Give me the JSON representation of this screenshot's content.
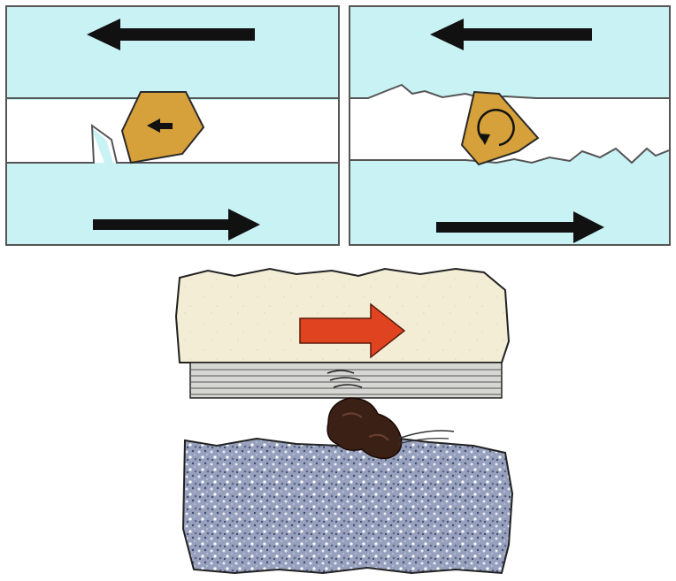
{
  "figure": {
    "panels": [
      {
        "id": "sliding-particle",
        "upper_surface_motion": "left",
        "lower_surface_motion": "right",
        "particle_motion": "sliding",
        "particle_arrow": "left"
      },
      {
        "id": "rolling-particle",
        "upper_surface_motion": "left",
        "lower_surface_motion": "right",
        "particle_motion": "rolling",
        "particle_arrow": "rotation"
      }
    ],
    "lower_illustration": {
      "upper_body_motion": "right",
      "particle": "abrasive-debris"
    },
    "colors": {
      "surface_fill": "#c9f2f4",
      "gap_fill": "#ffffff",
      "particle_fill": "#d6a03a",
      "outline": "#2a2a2a",
      "arrow_black": "#111111",
      "arrow_red": "#e0431f",
      "upper_block": "#f2ecd4",
      "lower_block": "#8c97b5",
      "debris": "#3b2016"
    }
  }
}
